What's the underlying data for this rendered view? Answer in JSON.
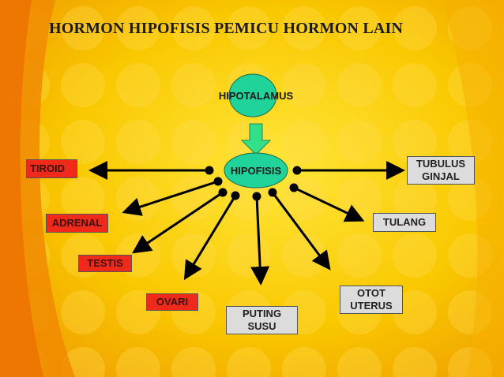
{
  "title": "HORMON  HIPOFISIS  PEMICU HORMON LAIN",
  "nodes": {
    "hipotalamus": "HIPOTALAMUS",
    "hipofisis": "HIPOFISIS",
    "tiroid": "TIROID",
    "adrenal": "ADRENAL",
    "testis": "TESTIS",
    "ovari": "OVARI",
    "puting_susu": "PUTING\nSUSU",
    "otot_uterus": "OTOT\nUTERUS",
    "tulang": "TULANG",
    "tubulus_ginjal": "TUBULUS\nGINJAL"
  },
  "colors": {
    "background": "#f7c400",
    "ellipse": "#1fd39a",
    "target_red": "#f02a1a",
    "target_gray": "#dcdcdc",
    "arrow": "#000000"
  }
}
